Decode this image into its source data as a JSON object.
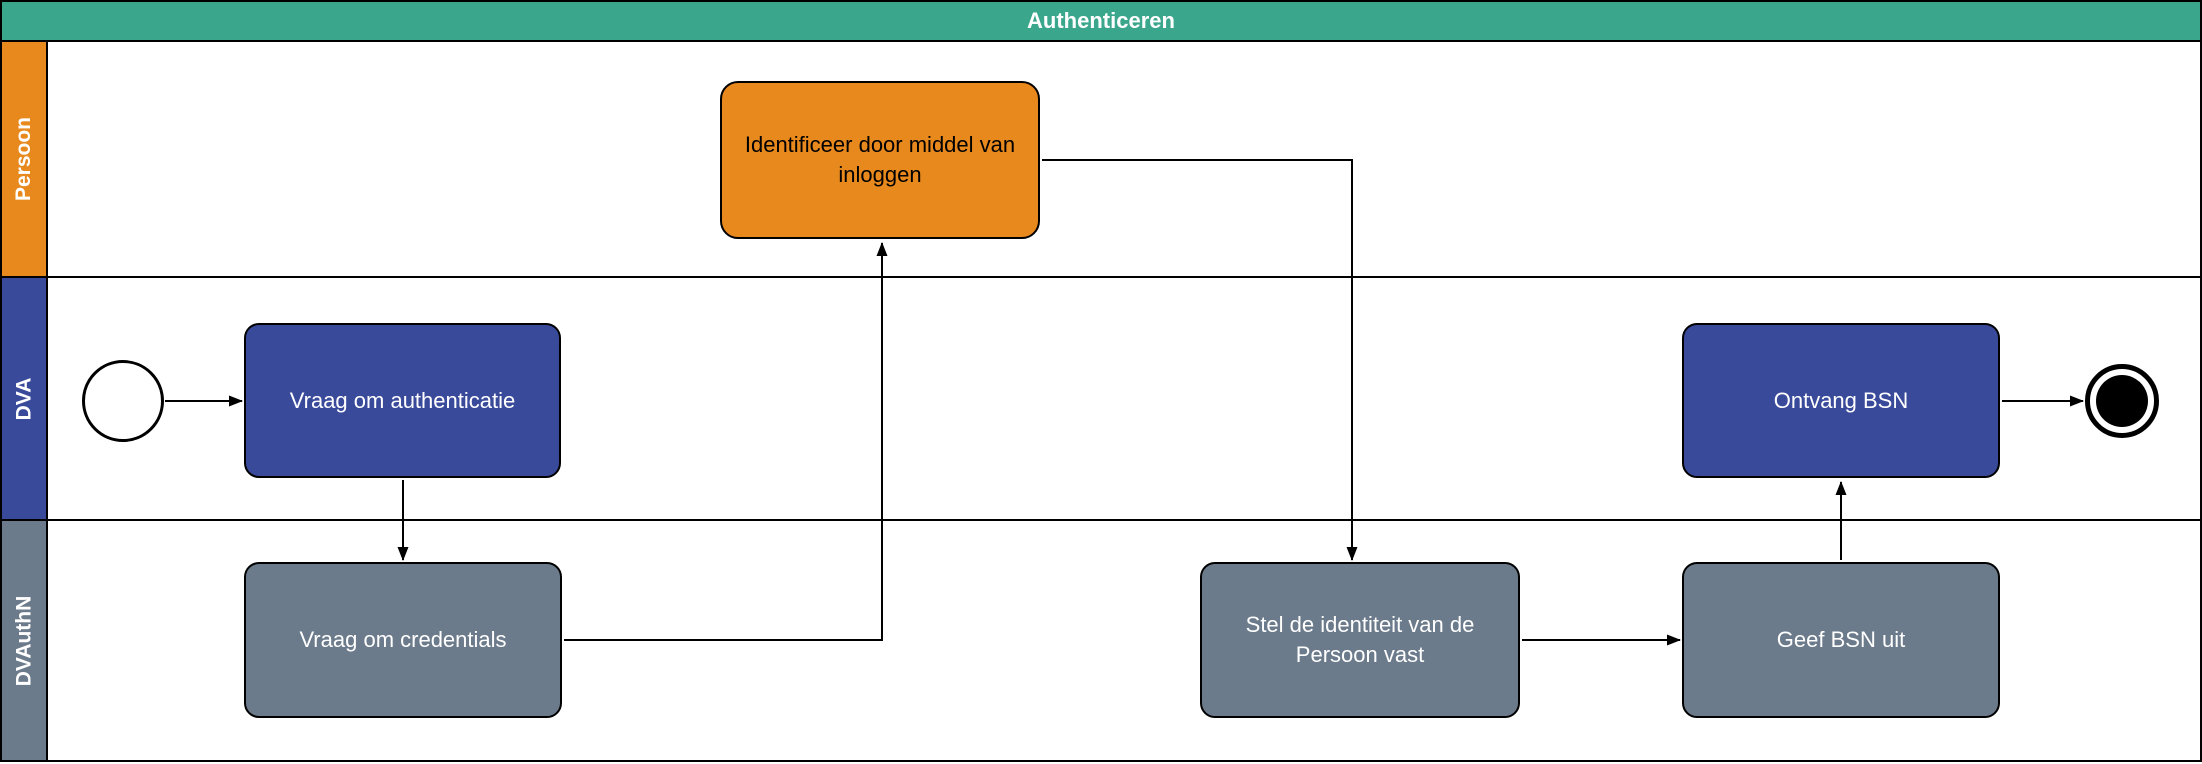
{
  "diagram": {
    "title": "Authenticeren",
    "lanes": [
      {
        "id": "persoon",
        "label": "Persoon",
        "color": "#E8891E"
      },
      {
        "id": "dva",
        "label": "DVA",
        "color": "#3A4A9B"
      },
      {
        "id": "dvauthn",
        "label": "DVAuthN",
        "color": "#6C7B8B"
      }
    ],
    "colors": {
      "header": "#3AA68C",
      "task_orange": "#E8891E",
      "task_blue": "#3A4A9B",
      "task_gray": "#6C7B8B",
      "border": "#000000",
      "background": "#FFFFFF"
    },
    "nodes": {
      "start_event": {
        "type": "start_event",
        "lane": "DVA"
      },
      "vraag_om_authenticatie": {
        "label": "Vraag om authenticatie",
        "lane": "DVA",
        "color": "#3A4A9B"
      },
      "identificeer_inloggen": {
        "label": "Identificeer door middel van inloggen",
        "lane": "Persoon",
        "color": "#E8891E"
      },
      "vraag_om_credentials": {
        "label": "Vraag om credentials",
        "lane": "DVAuthN",
        "color": "#6C7B8B"
      },
      "stel_identiteit_vast": {
        "label": "Stel de identiteit van de Persoon vast",
        "lane": "DVAuthN",
        "color": "#6C7B8B"
      },
      "geef_bsn_uit": {
        "label": "Geef BSN uit",
        "lane": "DVAuthN",
        "color": "#6C7B8B"
      },
      "ontvang_bsn": {
        "label": "Ontvang BSN",
        "lane": "DVA",
        "color": "#3A4A9B"
      },
      "end_event": {
        "type": "end_event",
        "lane": "DVA"
      }
    },
    "flows": [
      {
        "from": "start_event",
        "to": "vraag_om_authenticatie"
      },
      {
        "from": "vraag_om_authenticatie",
        "to": "vraag_om_credentials"
      },
      {
        "from": "vraag_om_credentials",
        "to": "identificeer_inloggen"
      },
      {
        "from": "identificeer_inloggen",
        "to": "stel_identiteit_vast"
      },
      {
        "from": "stel_identiteit_vast",
        "to": "geef_bsn_uit"
      },
      {
        "from": "geef_bsn_uit",
        "to": "ontvang_bsn"
      },
      {
        "from": "ontvang_bsn",
        "to": "end_event"
      }
    ]
  }
}
